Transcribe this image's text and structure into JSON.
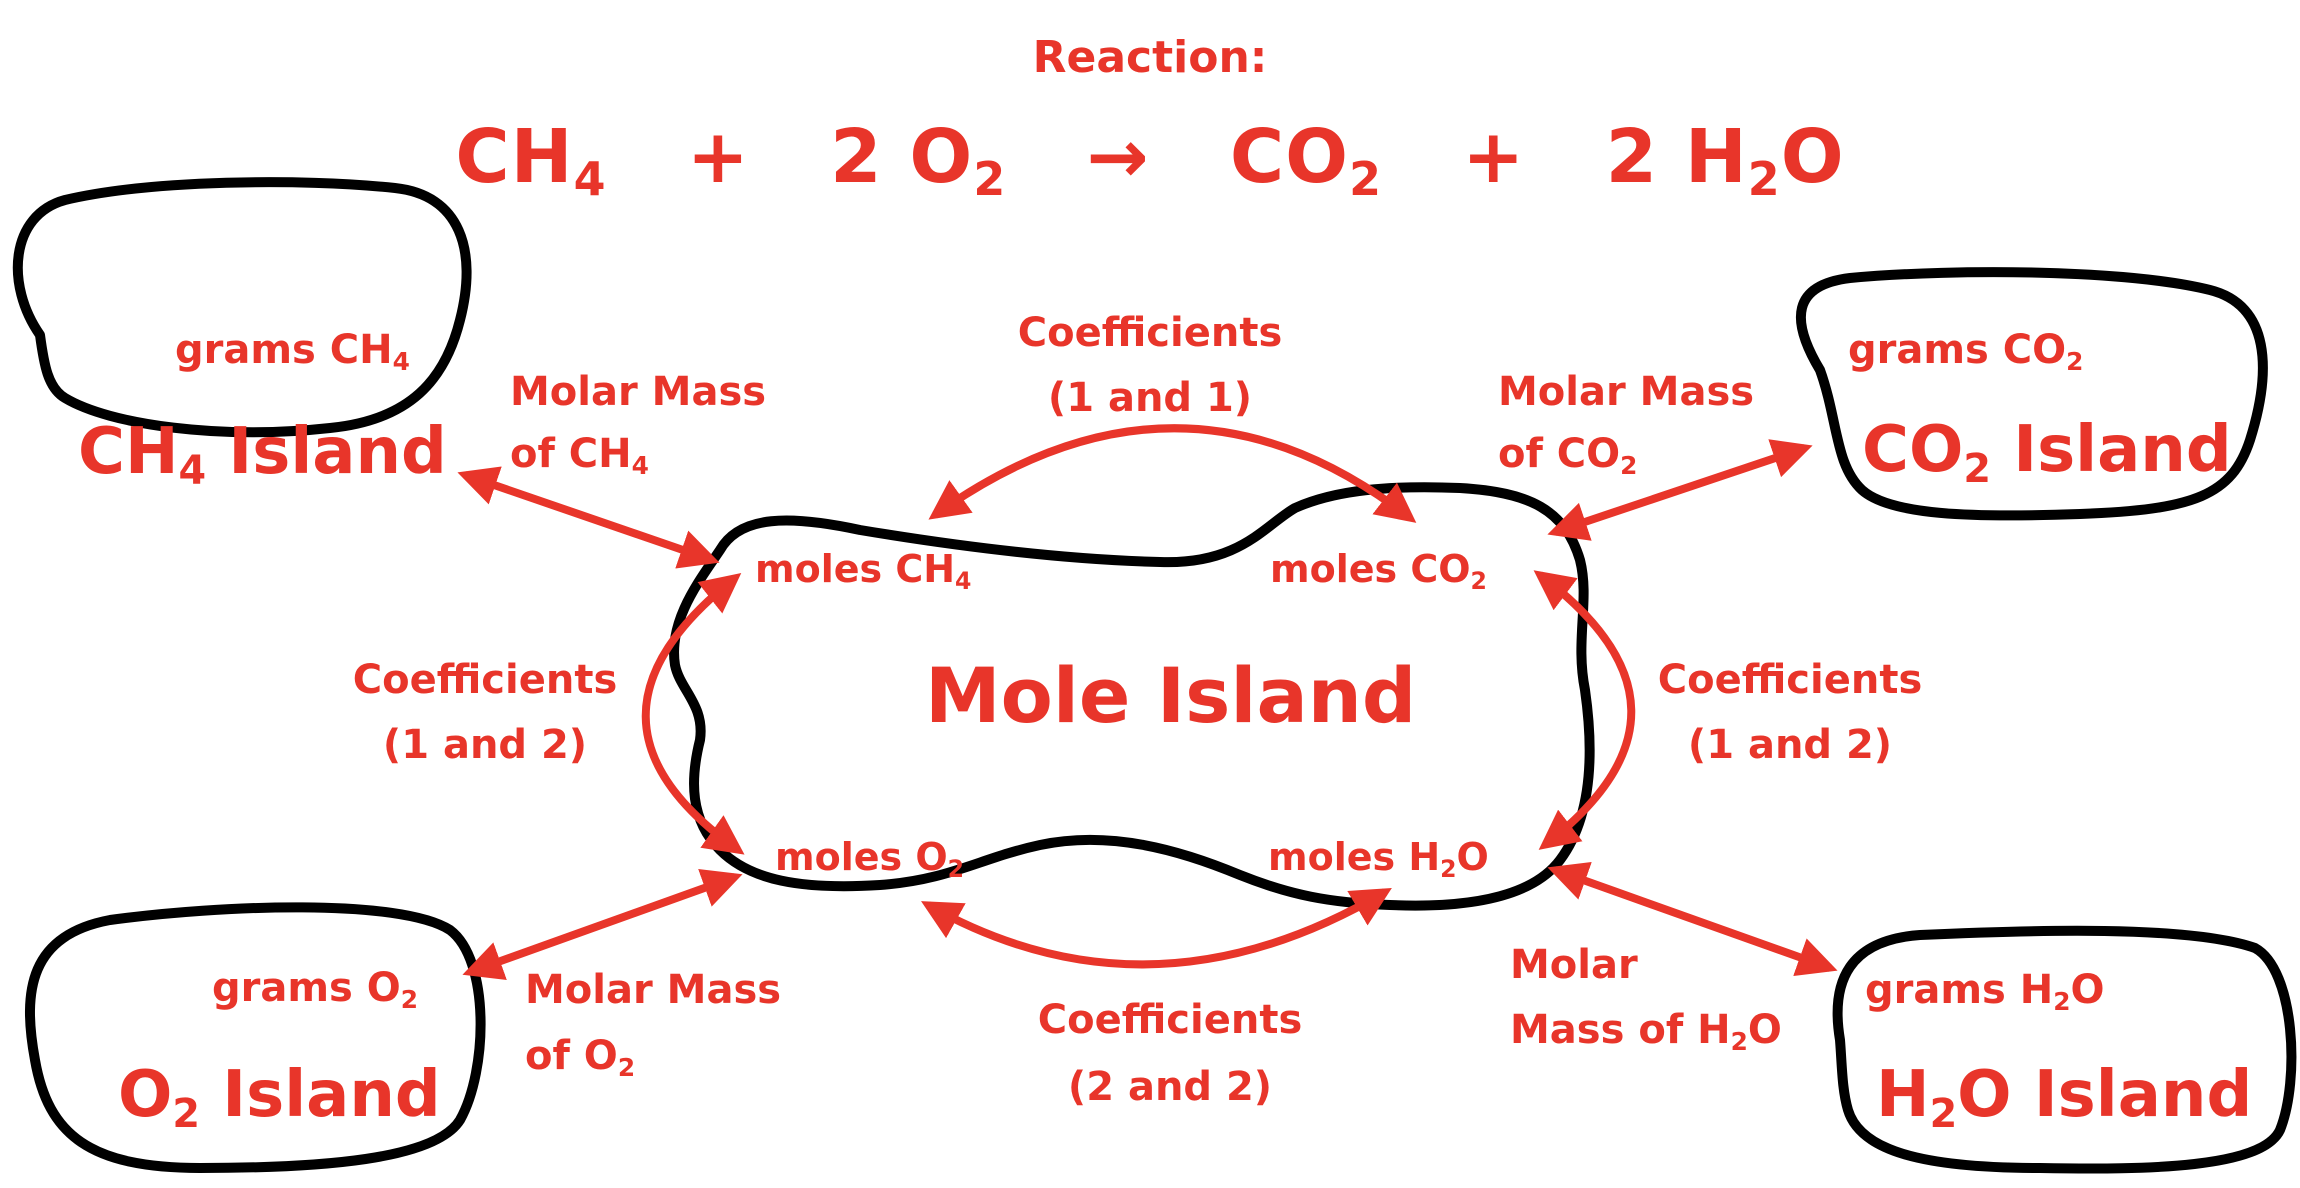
{
  "reaction": {
    "title": "Reaction:",
    "terms": [
      {
        "coef": "",
        "base": "CH",
        "sub": "4"
      },
      {
        "op": "+"
      },
      {
        "coef": "2",
        "base": "O",
        "sub": "2"
      },
      {
        "op": "→"
      },
      {
        "coef": "",
        "base": "CO",
        "sub": "2"
      },
      {
        "op": "+"
      },
      {
        "coef": "2",
        "base": "H",
        "sub": "2",
        "tail": "O"
      }
    ]
  },
  "islands": {
    "ch4": {
      "grams": "grams CH",
      "grams_sub": "4",
      "name_pre": "CH",
      "name_sub": "4",
      "name_post": " Island"
    },
    "co2": {
      "grams": "grams CO",
      "grams_sub": "2",
      "name_pre": "CO",
      "name_sub": "2",
      "name_post": " Island"
    },
    "o2": {
      "grams": "grams O",
      "grams_sub": "2",
      "name_pre": "O",
      "name_sub": "2",
      "name_post": " Island"
    },
    "h2o": {
      "grams_pre": "grams H",
      "grams_sub": "2",
      "grams_post": "O",
      "name_pre": "H",
      "name_sub": "2",
      "name_post": "O Island"
    }
  },
  "mole_island": {
    "title": "Mole Island",
    "moles_ch4": {
      "pre": "moles CH",
      "sub": "4"
    },
    "moles_co2": {
      "pre": "moles CO",
      "sub": "2"
    },
    "moles_o2": {
      "pre": "moles O",
      "sub": "2"
    },
    "moles_h2o": {
      "pre": "moles H",
      "sub": "2",
      "post": "O"
    }
  },
  "connections": {
    "top": {
      "line1": "Coefficients",
      "line2": "(1 and 1)"
    },
    "left": {
      "line1": "Coefficients",
      "line2": "(1 and 2)"
    },
    "right": {
      "line1": "Coefficients",
      "line2": "(1 and 2)"
    },
    "bottom": {
      "line1": "Coefficients",
      "line2": "(2 and 2)"
    },
    "mm_ch4": {
      "line1": "Molar Mass",
      "line2_pre": "of CH",
      "line2_sub": "4"
    },
    "mm_co2": {
      "line1": "Molar Mass",
      "line2_pre": "of CO",
      "line2_sub": "2"
    },
    "mm_o2": {
      "line1": "Molar Mass",
      "line2_pre": "of O",
      "line2_sub": "2"
    },
    "mm_h2o": {
      "line1": "Molar",
      "line2_pre": "Mass of H",
      "line2_sub": "2",
      "line2_post": "O"
    }
  },
  "colors": {
    "accent": "#e8352a",
    "outline": "#000000"
  }
}
